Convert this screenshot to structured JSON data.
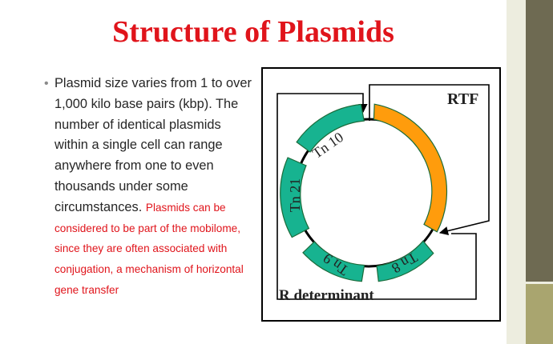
{
  "slide": {
    "title": "Structure of Plasmids",
    "bullet_main": "Plasmid size varies from 1 to over 1,000 kilo base pairs (kbp). The number of identical plasmids within a single cell can range anywhere from one to even thousands under some circumstances.",
    "bullet_red": "Plasmids can be considered to be part of the mobilome, since they are often associated with conjugation, a mechanism of horizontal gene transfer"
  },
  "diagram": {
    "rtf_label": "RTF",
    "r_determinant_label": "R determinant",
    "segments": [
      {
        "label": "Tn 10"
      },
      {
        "label": "Tn 21"
      },
      {
        "label": "Tn 9"
      },
      {
        "label": "Tn 8"
      }
    ],
    "colors": {
      "transposon_fill": "#17b390",
      "rtf_fill": "#ff9c0c",
      "outline": "#000000"
    }
  },
  "theme": {
    "title_color": "#e0141b",
    "sidebar_dark": "#6e6a52",
    "sidebar_light": "#a9a56f"
  }
}
